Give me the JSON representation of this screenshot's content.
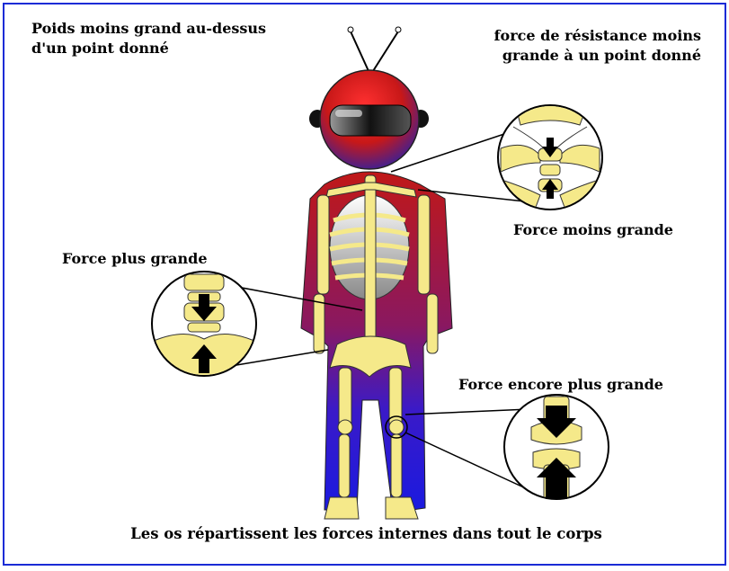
{
  "labels": {
    "top_left": [
      "Poids moins grand au-dessus",
      "d'un point donné"
    ],
    "top_right": [
      "force de résistance moins",
      "grande à un point donné"
    ],
    "force_moins": "Force moins grande",
    "force_plus": "Force plus grande",
    "force_encore": "Force encore plus grande",
    "caption": "Les os répartissent les forces internes dans tout le corps"
  },
  "colors": {
    "frame_border": "#1a2bd6",
    "helmet": "#d42020",
    "body_top": "#c01818",
    "body_bottom": "#1a1ae0",
    "bone": "#f5e98a",
    "bone_outline": "#333333"
  }
}
